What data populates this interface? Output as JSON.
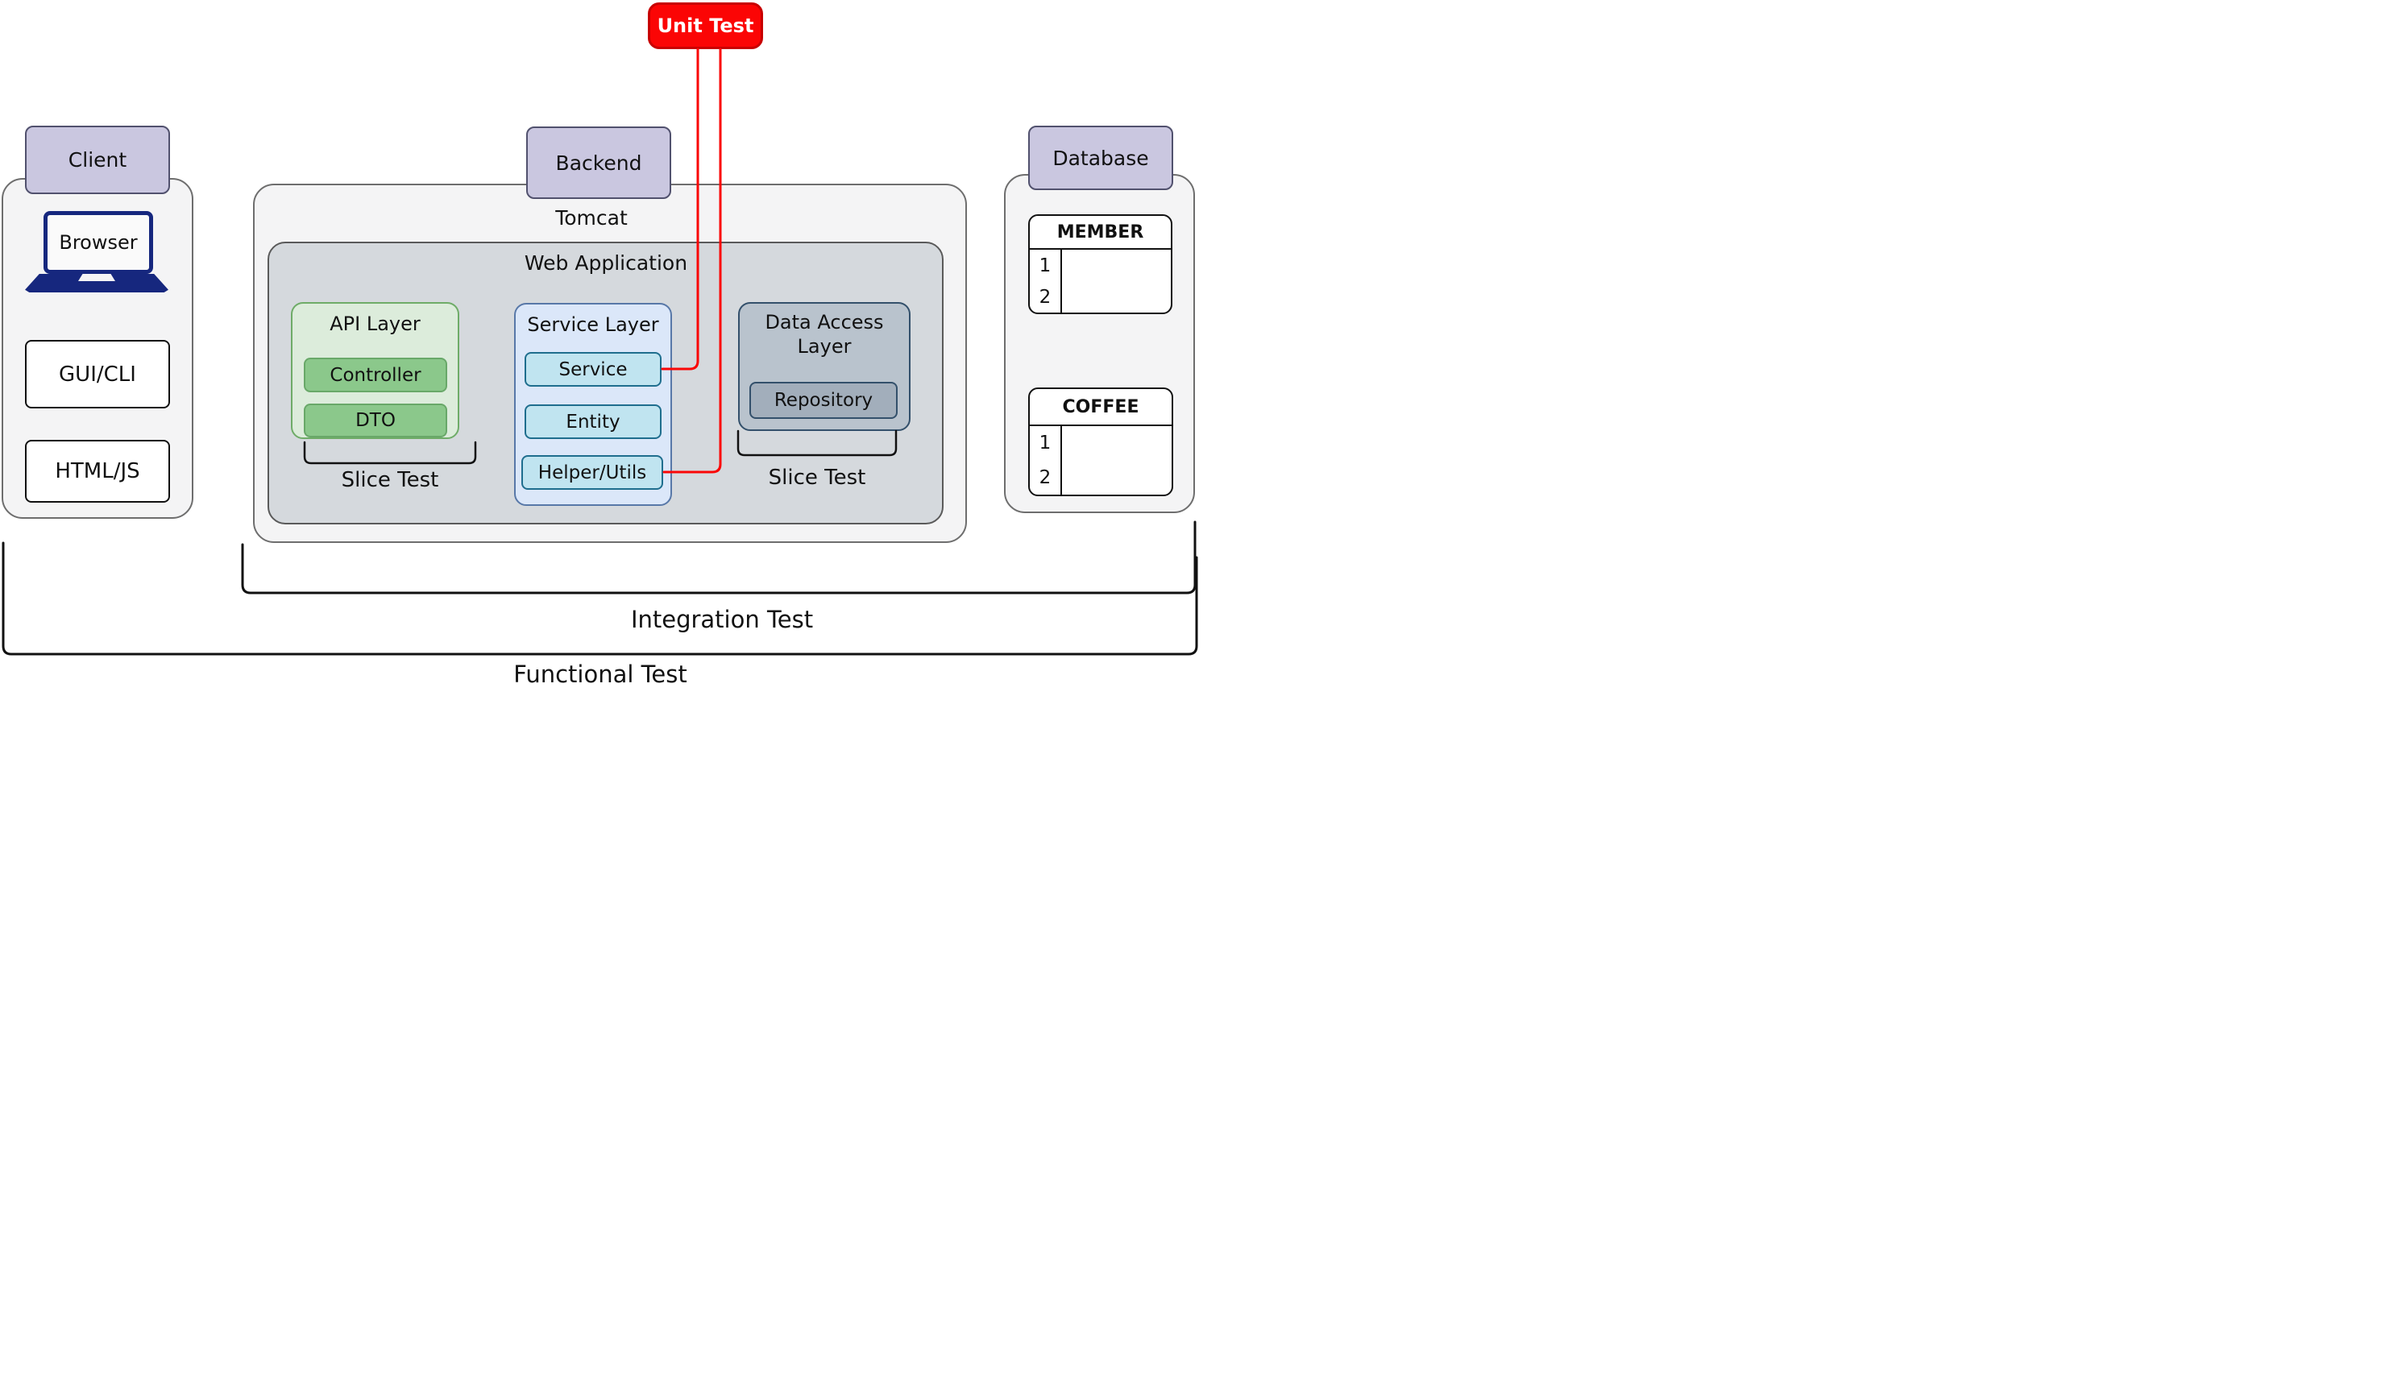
{
  "diagram": {
    "client": {
      "label": "Client",
      "browser": "Browser",
      "gui_cli": "GUI/CLI",
      "html_js": "HTML/JS"
    },
    "backend": {
      "label": "Backend",
      "tomcat_label": "Tomcat",
      "webapp_label": "Web Application",
      "api_layer": {
        "title": "API Layer",
        "items": [
          "Controller",
          "DTO"
        ]
      },
      "service_layer": {
        "title": "Service Layer",
        "items": [
          "Service",
          "Entity",
          "Helper/Utils"
        ]
      },
      "data_access_layer": {
        "title": "Data Access Layer",
        "items": [
          "Repository"
        ]
      }
    },
    "database": {
      "label": "Database",
      "tables": [
        {
          "name": "MEMBER",
          "rows": [
            "1",
            "2"
          ]
        },
        {
          "name": "COFFEE",
          "rows": [
            "1",
            "2"
          ]
        }
      ]
    },
    "tests": {
      "unit": "Unit Test",
      "slice_api": "Slice Test",
      "slice_dal": "Slice Test",
      "integration": "Integration Test",
      "functional": "Functional Test"
    },
    "colors": {
      "section_label_fill": "#cac7e0",
      "section_label_border": "#51516e",
      "container_fill": "#f4f4f5",
      "container_border": "#6e6e6e",
      "webapp_fill": "#d5d9dd",
      "api_fill": "#dcecdb",
      "api_item_fill": "#8bc88b",
      "service_fill": "#dbe7f9",
      "service_item_fill": "#c0e4f0",
      "dal_fill": "#b9c3cd",
      "repository_fill": "#a2aebb",
      "unit_test_fill": "#fb0505",
      "connector_red": "#fa0606",
      "laptop_navy": "#16277e",
      "bracket_black": "#111111"
    }
  }
}
